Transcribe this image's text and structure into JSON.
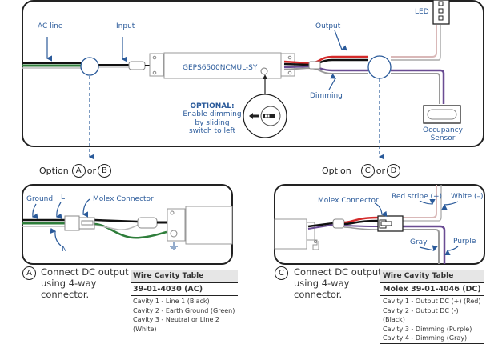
{
  "top_diagram": {
    "labels": {
      "ac_line": "AC line",
      "input": "Input",
      "driver_model": "GEPS6500NCMUL-SY",
      "output": "Output",
      "dimming": "Dimming",
      "led": "LED",
      "occupancy_sensor_line1": "Occupancy",
      "occupancy_sensor_line2": "Sensor",
      "optional_title": "OPTIONAL:",
      "optional_line1": "Enable dimming",
      "optional_line2": "by sliding",
      "optional_line3": "switch to left"
    }
  },
  "options_left": {
    "prefix": "Option",
    "badge1": "A",
    "joiner": "or",
    "badge2": "B"
  },
  "options_right": {
    "prefix": "Option",
    "badge1": "C",
    "joiner": "or",
    "badge2": "D"
  },
  "detail_left": {
    "labels": {
      "ground": "Ground",
      "line": "L",
      "neutral": "N",
      "molex_connector": "Molex Connector"
    }
  },
  "detail_right": {
    "labels": {
      "molex_connector": "Molex Connector",
      "red_stripe": "Red stripe (+)",
      "white": "White (–)",
      "gray": "Gray",
      "purple": "Purple"
    }
  },
  "note_left": {
    "badge": "A",
    "line1": "Connect DC output",
    "line2": "using 4-way",
    "line3": "connector."
  },
  "note_right": {
    "badge": "C",
    "line1": "Connect DC output",
    "line2": "using 4-way",
    "line3": "connector."
  },
  "table_left": {
    "header": "Wire Cavity Table",
    "part": "39-01-4030 (AC)",
    "rows": [
      "Cavity 1 - Line 1 (Black)",
      "Cavity 2 - Earth Ground (Green)",
      "Cavity 3 - Neutral or Line 2 (White)"
    ]
  },
  "table_right": {
    "header": "Wire Cavity Table",
    "part": "Molex 39-01-4046 (DC)",
    "rows": [
      "Cavity 1 - Output DC (+) (Red)",
      "Cavity 2 - Output DC (-) (Black)",
      "Cavity 3 - Dimming (Purple)",
      "Cavity 4 - Dimming (Gray)"
    ]
  },
  "colors": {
    "label_blue": "#2a5a9a",
    "wire_green": "#2e7d3a",
    "wire_red": "#d42a2a",
    "wire_purple": "#6a4c93",
    "wire_gray": "#9a9a9a",
    "wire_pink": "#d9b8b8"
  }
}
